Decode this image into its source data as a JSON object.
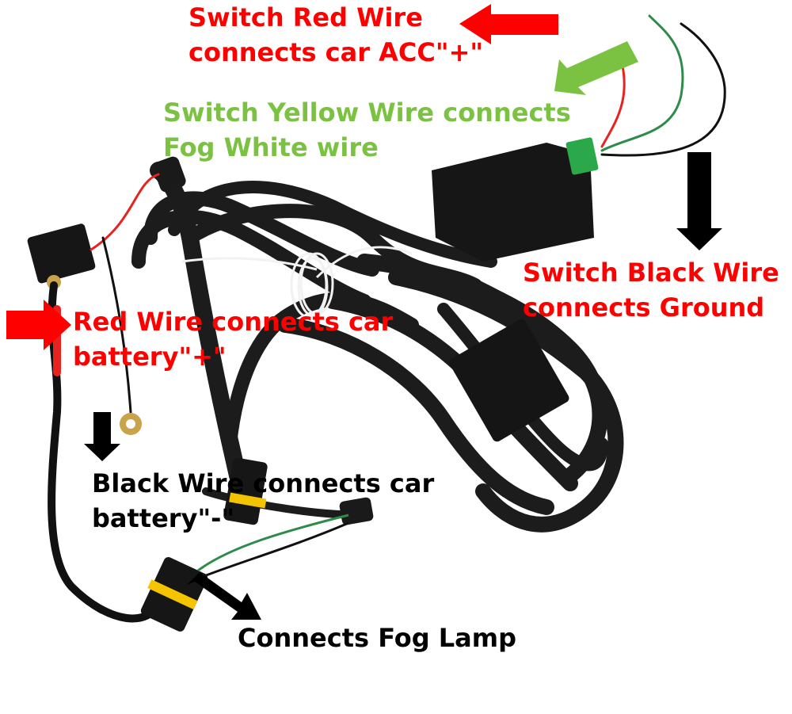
{
  "colors": {
    "red_label": "#ff0000",
    "green_label": "#7cc242",
    "black_label": "#000000",
    "harness": "#1c1c1c",
    "red_wire": "#e8231f",
    "green_wire": "#2e8b4a",
    "yellow_band": "#f4c400",
    "green_terminal": "#2aa84a"
  },
  "annotations": {
    "switch_red": {
      "line1": "Switch Red Wire",
      "line2": "connects car ACC\"+\""
    },
    "switch_yellow": {
      "line1": "Switch Yellow Wire connects",
      "line2": "Fog White wire"
    },
    "switch_black": {
      "line1": "Switch Black Wire",
      "line2": "connects Ground"
    },
    "battery_red": {
      "line1": "Red Wire connects car",
      "line2": "battery\"+\""
    },
    "battery_black": {
      "line1": "Black Wire connects car",
      "line2": "battery\"-\""
    },
    "fog_lamp": {
      "line1": "Connects Fog Lamp"
    }
  },
  "icons": [
    "arrow-left-red",
    "arrow-down-left-green",
    "arrow-down-black",
    "arrow-right-red",
    "arrow-down-black-small",
    "arrow-down-right-black"
  ]
}
